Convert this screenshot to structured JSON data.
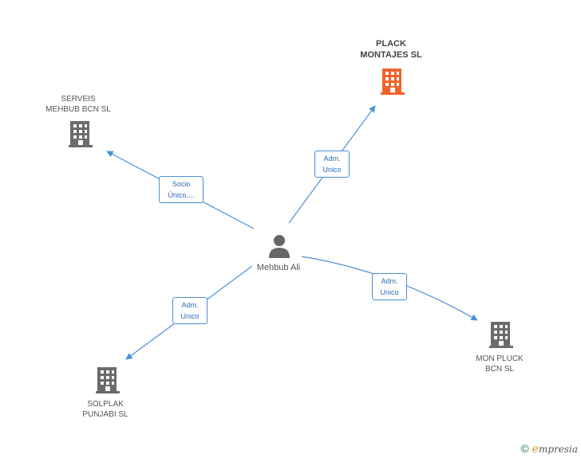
{
  "colors": {
    "edge": "#4a8fd9",
    "company": "#6b6b6b",
    "highlight": "#f0642c",
    "person": "#666666"
  },
  "nodes": {
    "plack": {
      "line1": "PLACK",
      "line2": "MONTAJES SL",
      "icon": "building-icon"
    },
    "serveis": {
      "line1": "SERVEIS",
      "line2": "MEHBUB BCN SL",
      "icon": "building-icon"
    },
    "person": {
      "name": "Mehbub Ali",
      "icon": "person-icon"
    },
    "solplak": {
      "line1": "SOLPLAK",
      "line2": "PUNJABI SL",
      "icon": "building-icon"
    },
    "monpluck": {
      "line1": "MON PLUCK",
      "line2": "BCN SL",
      "icon": "building-icon"
    }
  },
  "edges": {
    "to_serveis": {
      "line1": "Socio",
      "line2": "Único,..."
    },
    "to_plack": {
      "line1": "Adm.",
      "line2": "Unico"
    },
    "to_solplak": {
      "line1": "Adm.",
      "line2": "Unico"
    },
    "to_monpluck": {
      "line1": "Adm.",
      "line2": "Unico"
    }
  },
  "footer": {
    "copyright": "©",
    "brand_initial": "e",
    "brand_rest": "mpresia"
  }
}
